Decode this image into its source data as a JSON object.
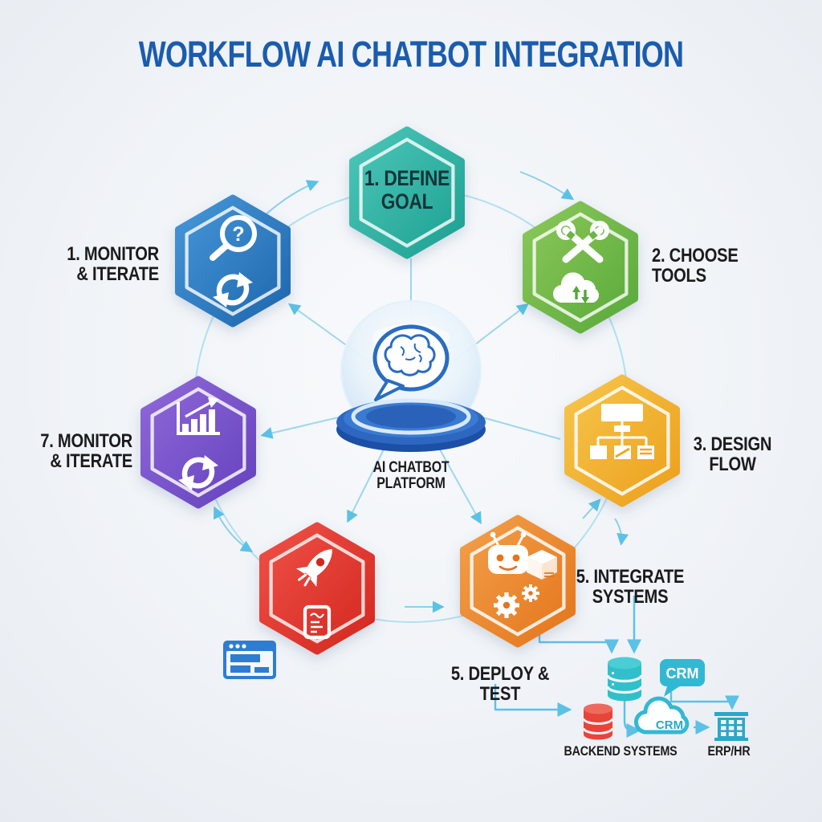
{
  "title": "WORKFLOW AI CHATBOT INTEGRATION",
  "center": {
    "icon": "brain-speech-bubble-icon",
    "label1": "AI CHATBOT",
    "label2": "PLATFORM"
  },
  "glyphs": {
    "magnifier_question": "?"
  },
  "nodes": [
    {
      "id": "define-goal",
      "text1": "1. DEFINE",
      "text2": "GOAL",
      "color": "#2db4a6",
      "icons": []
    },
    {
      "id": "choose-tools",
      "text1": "2. CHOOSE",
      "text2": "TOOLS",
      "color": "#6db44a",
      "icons": [
        "tools-icon",
        "cloud-sync-icon"
      ]
    },
    {
      "id": "design-flow",
      "text1": "3. DESIGN",
      "text2": "FLOW",
      "color": "#f1b32f",
      "icons": [
        "flowchart-icon"
      ]
    },
    {
      "id": "integrate-systems",
      "text1": "5. INTEGRATE",
      "text2": "SYSTEMS",
      "color": "#ec8b31",
      "icons": [
        "robot-icon",
        "package-icon",
        "gears-icon"
      ]
    },
    {
      "id": "deploy-test",
      "text1": "5. DEPLOY & TEST",
      "text2": "",
      "color": "#e23c33",
      "icons": [
        "rocket-icon",
        "tablet-icon"
      ]
    },
    {
      "id": "monitor-iterate-7",
      "text1": "7. MONITOR",
      "text2": "& ITERATE",
      "color": "#7a52cc",
      "icons": [
        "growth-chart-icon",
        "refresh-icon"
      ]
    },
    {
      "id": "monitor-iterate-1",
      "text1": "1. MONITOR",
      "text2": "& ITERATE",
      "color": "#2f80c4",
      "icons": [
        "magnifier-question-icon",
        "refresh-icon"
      ]
    }
  ],
  "backend": {
    "systems_label": "BACKEND SYSTEMS",
    "erp_label": "ERP/HR",
    "crm_badge_label": "CRM",
    "crm_cloud_label": "CRM"
  },
  "colors": {
    "title": "#1a5cae",
    "label_text": "#1b1b1d",
    "connector_line": "#8ccfec",
    "arrowhead": "#5cc1e6",
    "teal_database": "#2fc0cc",
    "red_database": "#e8443c",
    "crm_teal": "#33b8d4",
    "building_teal": "#2ba7c9",
    "browser_blue": "#2e7dd1",
    "platform_blue": "#2a62ba"
  }
}
